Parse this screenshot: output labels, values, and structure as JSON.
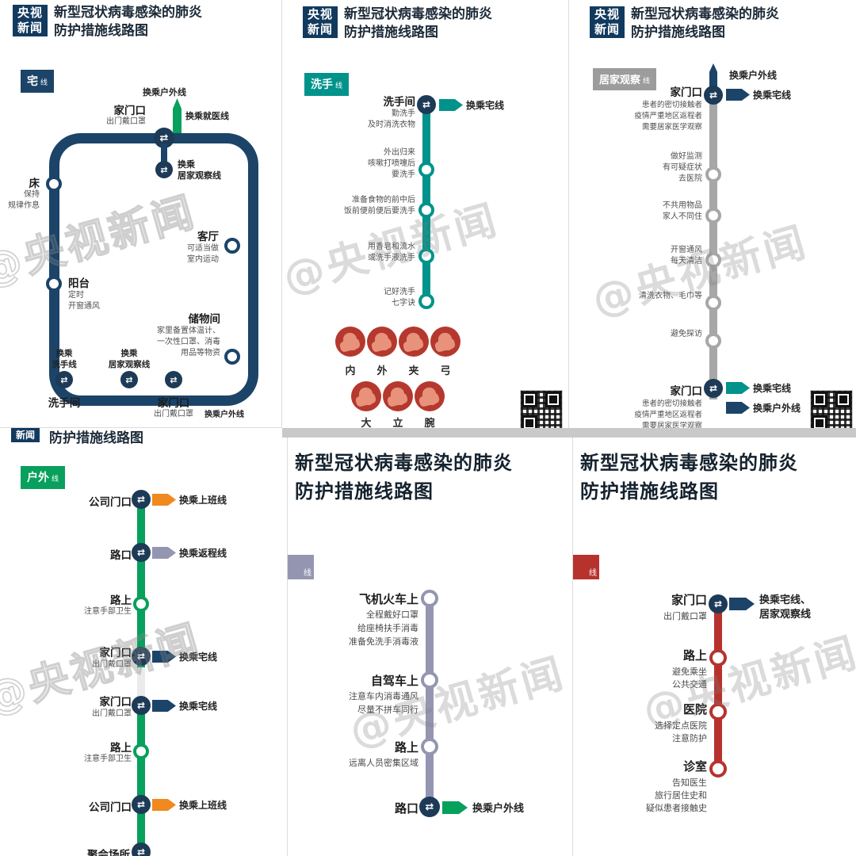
{
  "watermark": "@央视新闻",
  "icons": {
    "transfer": "⇄"
  },
  "header": {
    "logo_line1": "央视",
    "logo_line2": "新闻",
    "title_line1": "新型冠状病毒感染的肺炎",
    "title_line2": "防护措施线路图"
  },
  "panel_home": {
    "badge_name": "宅",
    "badge_suffix": "线",
    "transfer_outdoor_top": "换乘户外线",
    "door_top_name": "家门口",
    "door_top_note": "出门戴口罩",
    "transfer_medical": "换乘就医线",
    "transfer_word": "换乘",
    "observe_line_name": "居家观察线",
    "bed_name": "床",
    "bed_note1": "保持",
    "bed_note2": "规律作息",
    "living_name": "客厅",
    "living_note1": "可适当做",
    "living_note2": "室内运动",
    "balcony_name": "阳台",
    "balcony_note1": "定时",
    "balcony_note2": "开窗通风",
    "storage_name": "储物间",
    "storage_note1": "家里备置体温计、",
    "storage_note2": "一次性口罩、消毒",
    "storage_note3": "用品等物资",
    "wash_line_name": "洗手线",
    "washroom_name": "洗手间",
    "door_bottom_name": "家门口",
    "door_bottom_note": "出门戴口罩",
    "transfer_outdoor_bottom": "换乘户外线"
  },
  "panel_wash": {
    "badge_name": "洗手",
    "badge_suffix": "线",
    "s1_name": "洗手间",
    "s1_note1": "勤洗手",
    "s1_note2": "及时消洗衣物",
    "s1_transfer": "换乘宅线",
    "s2_note1": "外出归来",
    "s2_note2": "咳嗽打喷嚏后",
    "s2_note3": "要洗手",
    "s3_note1": "准备食物的前中后",
    "s3_note2": "饭前便前便后要洗手",
    "s4_note1": "用香皂和流水",
    "s4_note2": "或洗手液洗手",
    "s5_note1": "记好洗手",
    "s5_note2": "七字诀",
    "hand_steps": [
      "内",
      "外",
      "夹",
      "弓",
      "大",
      "立",
      "腕"
    ]
  },
  "panel_observe": {
    "badge_name": "居家观察",
    "badge_suffix": "线",
    "transfer_outdoor_top": "换乘户外线",
    "door_name": "家门口",
    "door_note1": "患者的密切接触者",
    "door_note2": "疫情严重地区返程者",
    "door_note3": "需要居家医学观察",
    "transfer_home": "换乘宅线",
    "s2_note1": "做好监测",
    "s2_note2": "有可疑症状",
    "s2_note3": "去医院",
    "s3_note1": "不共用物品",
    "s3_note2": "家人不同住",
    "s4_note1": "开窗通风",
    "s4_note2": "每天清洁",
    "s5_note1": "清洗衣物、毛巾等",
    "s6_note1": "避免探访",
    "transfer_outdoor_bottom": "换乘户外线"
  },
  "panel_outdoor": {
    "header_logo_fragment": "新闻",
    "header_title_fragment": "防护措施线路图",
    "badge_name": "户外",
    "badge_suffix": "线",
    "s1_name": "公司门口",
    "s1_transfer": "换乘上班线",
    "s2_name": "路口",
    "s2_transfer": "换乘返程线",
    "s3_name": "路上",
    "s3_note": "注意手部卫生",
    "s4_name": "家门口",
    "s4_note": "出门戴口罩",
    "s4_transfer": "换乘宅线",
    "s5_name": "家门口",
    "s5_note": "出门戴口罩",
    "s5_transfer": "换乘宅线",
    "s6_name": "路上",
    "s6_note": "注意手部卫生",
    "s7_name": "公司门口",
    "s7_transfer": "换乘上班线",
    "s8_name": "聚会场所"
  },
  "panel_return": {
    "title_line1": "新型冠状病毒感染的肺炎",
    "title_line2": "防护措施线路图",
    "badge_suffix": "线",
    "s1_name": "飞机火车上",
    "s1_note1": "全程戴好口罩",
    "s1_note2": "给座椅扶手消毒",
    "s1_note3": "准备免洗手消毒液",
    "s2_name": "自驾车上",
    "s2_note1": "注意车内消毒通风",
    "s2_note2": "尽量不拼车同行",
    "s3_name": "路上",
    "s3_note1": "远离人员密集区域",
    "s4_name": "路口",
    "s4_transfer": "换乘户外线"
  },
  "panel_medical": {
    "title_line1": "新型冠状病毒感染的肺炎",
    "title_line2": "防护措施线路图",
    "badge_suffix": "线",
    "s1_name": "家门口",
    "s1_note": "出门戴口罩",
    "s1_transfer1": "换乘宅线、",
    "s1_transfer2": "居家观察线",
    "s2_name": "路上",
    "s2_note1": "避免乘坐",
    "s2_note2": "公共交通",
    "s3_name": "医院",
    "s3_note1": "选择定点医院",
    "s3_note2": "注意防护",
    "s4_name": "诊室",
    "s4_note1": "告知医生",
    "s4_note2": "旅行居住史和",
    "s4_note3": "疑似患者接触史"
  }
}
